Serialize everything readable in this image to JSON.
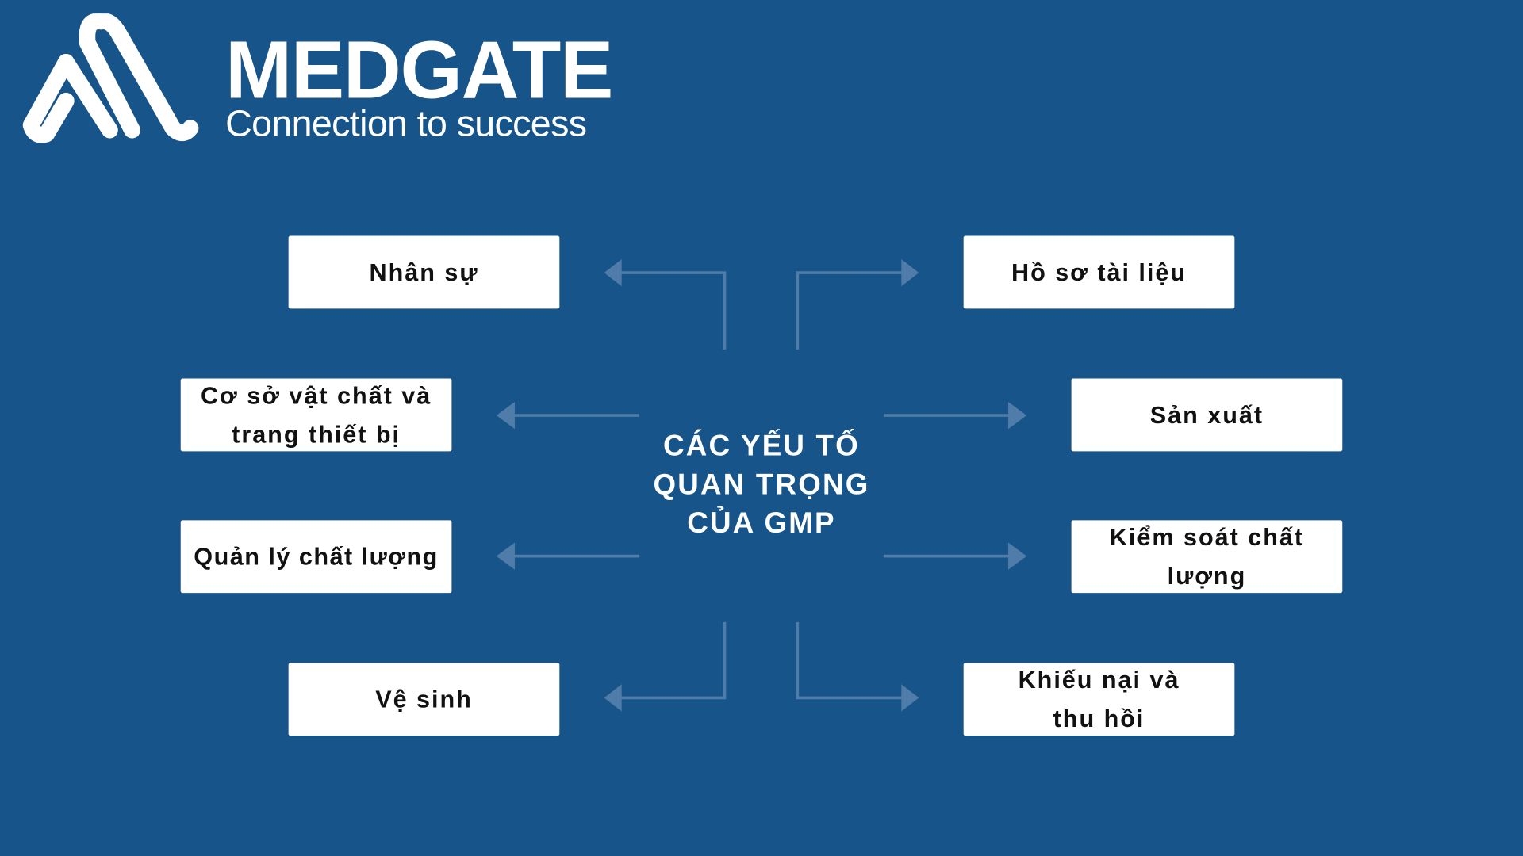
{
  "logo": {
    "brand": "MEDGATE",
    "tagline": "Connection to success"
  },
  "center_title": [
    "CÁC YẾU TỐ",
    "QUAN TRỌNG",
    "CỦA GMP"
  ],
  "factors": {
    "nhan_su": "Nhân sự",
    "ho_so": "Hồ sơ tài liệu",
    "co_so": "Cơ sở vật chất và trang thiết bị",
    "san_xuat": "Sản xuất",
    "quan_ly": "Quản lý chất lượng",
    "kiem_soat": "Kiểm soát chất lượng",
    "ve_sinh": "Vệ sinh",
    "khieu_nai": "Khiếu nại và thu hồi"
  },
  "colors": {
    "background": "#16548a",
    "arrow": "#4f7ca8",
    "box": "#ffffff"
  }
}
